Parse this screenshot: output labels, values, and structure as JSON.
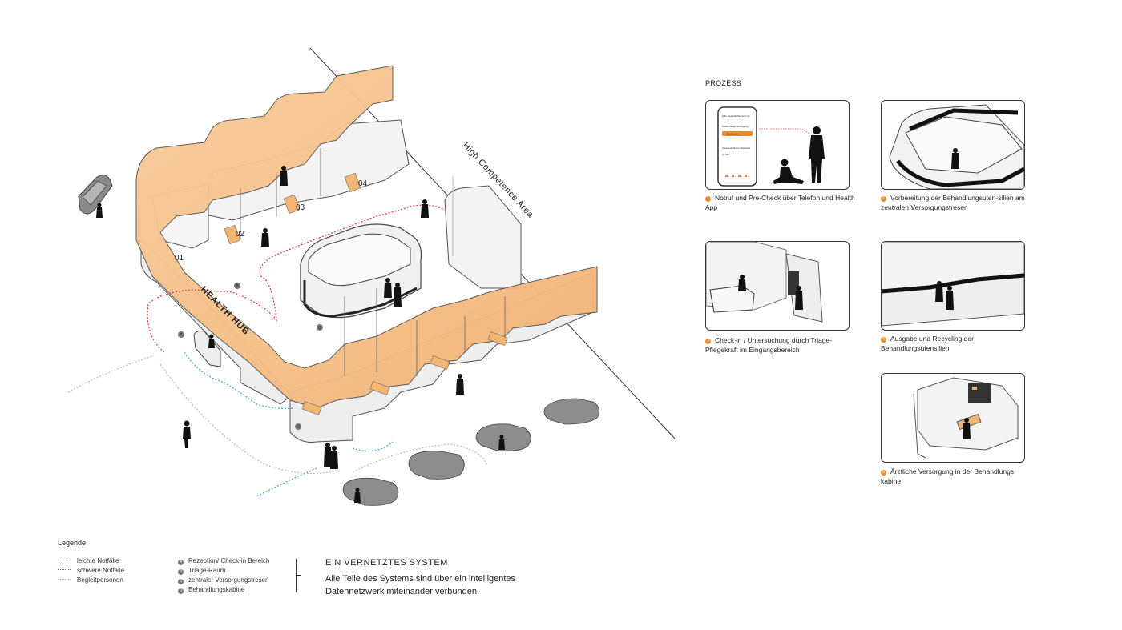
{
  "colors": {
    "accent_orange": "#f6c18a",
    "accent_orange_dark": "#e98a2a",
    "wall_grey": "#e6e6e6",
    "line_dark": "#333333",
    "red_path": "#d9363e",
    "teal_path": "#3fa7c7",
    "grey_path": "#b0b0b0"
  },
  "plan": {
    "room_labels": [
      "01",
      "02",
      "03",
      "04"
    ],
    "area_labels": [
      "A",
      "B",
      "C",
      "D"
    ],
    "health_hub_label": "HEALTH HUB",
    "high_competence_label": "High Competence Area"
  },
  "process": {
    "title": "PROZESS",
    "phone": {
      "line1": "Hilfe begleitet Sie sich nur",
      "line2": "Notfall Benachrichtigung",
      "button": "Zustimmen",
      "line3": "Voraussichtliche Wartezeit",
      "line4": "40 Min"
    },
    "steps": [
      {
        "num": "1",
        "text": "Notruf und Pre-Check über Telefon und Health App"
      },
      {
        "num": "2",
        "text": "Vorbereitung der Behandlungsuten-silien am zentralen Versorgungstresen"
      },
      {
        "num": "3",
        "text": "Check-in / Untersuchung durch Triage-Pflegekraft im Eingangsbereich"
      },
      {
        "num": "4",
        "text": "Ausgabe und Recycling der Behandlungsutensilien"
      },
      {
        "num": "5",
        "text": "Ärztliche Versorgung in der Behandlungs kabine"
      }
    ]
  },
  "legend": {
    "title": "Legende",
    "paths": [
      {
        "label": "leichte Notfälle",
        "color": "#3fa7c7"
      },
      {
        "label": "schwere Notfälle",
        "color": "#d9363e"
      },
      {
        "label": "Begleitpersonen",
        "color": "#b0b0b0"
      }
    ],
    "areas": [
      {
        "letter": "A",
        "label": "Rezeption/ Check-in Bereich"
      },
      {
        "letter": "B",
        "label": "Triage-Raum"
      },
      {
        "letter": "C",
        "label": "zentraler Versorgungstresen"
      },
      {
        "letter": "D",
        "label": "Behandlungskabine"
      }
    ]
  },
  "system": {
    "title": "EIN VERNETZTES SYSTEM",
    "text": "Alle Teile des Systems sind über ein intelligentes Datennetzwerk miteinander verbunden."
  }
}
